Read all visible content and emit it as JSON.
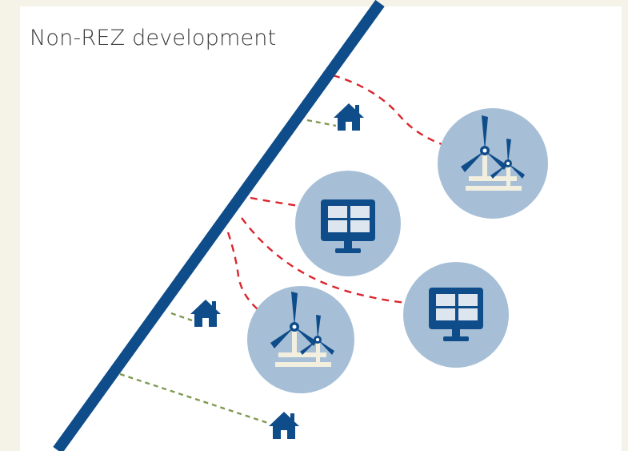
{
  "title": "Non-REZ development",
  "colors": {
    "transmission_line": "#0f4c8a",
    "node_circle": "#a7bfd6",
    "icon_fill": "#0f4c8a",
    "tower_base": "#f2efdf",
    "red_connection": "#d9262e",
    "green_connection": "#7f9a52",
    "background": "#f5f2e8",
    "panel": "#ffffff"
  },
  "nodes": [
    {
      "name": "wind-farm-node-top",
      "type": "wind-farm-icon"
    },
    {
      "name": "solar-farm-node-middle",
      "type": "solar-panel-icon"
    },
    {
      "name": "solar-farm-node-right",
      "type": "solar-panel-icon"
    },
    {
      "name": "wind-farm-node-bottom",
      "type": "wind-farm-icon"
    }
  ],
  "houses": [
    {
      "name": "house-top",
      "type": "house-icon"
    },
    {
      "name": "house-middle",
      "type": "house-icon"
    },
    {
      "name": "house-bottom",
      "type": "house-icon"
    }
  ]
}
